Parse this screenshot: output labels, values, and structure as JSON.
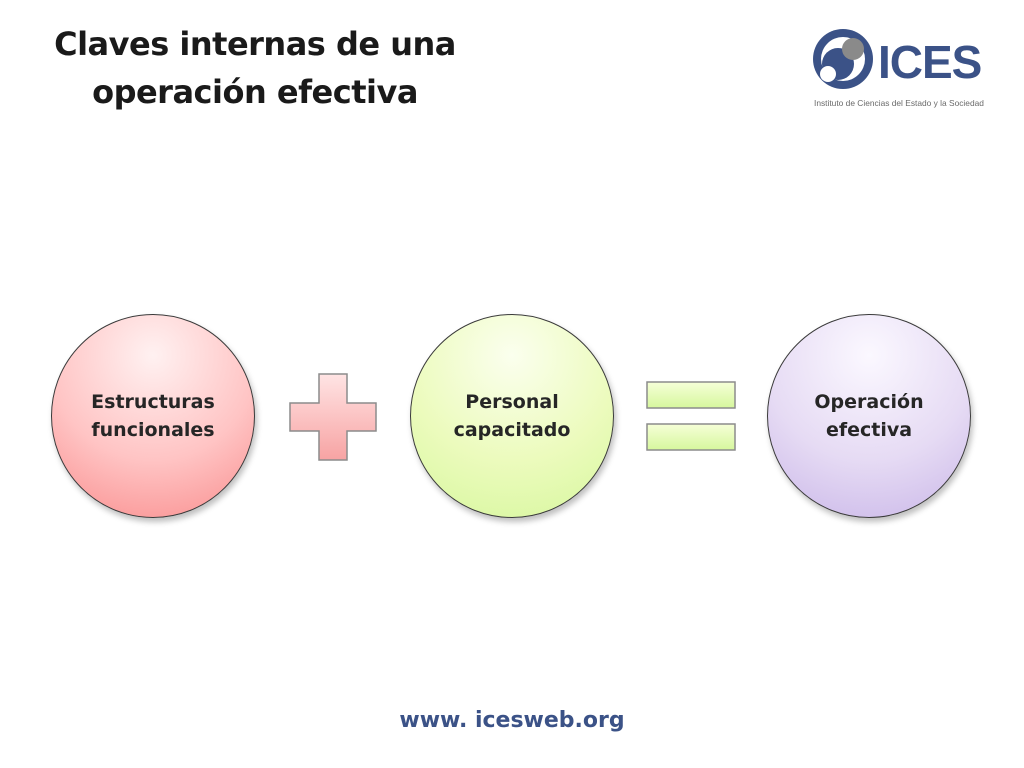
{
  "title": {
    "line1": "Claves internas de una",
    "line2": "operación efectiva"
  },
  "logo": {
    "word": "ICES",
    "subtitle": "Instituto de Ciencias del Estado y la Sociedad",
    "icon": "ices-circles-logo-icon",
    "color": "#3b5287"
  },
  "diagram": {
    "circles": [
      {
        "line1": "Estructuras",
        "line2": "funcionales",
        "color": "#ffc4c4"
      },
      {
        "line1": "Personal",
        "line2": "capacitado",
        "color": "#ecfbbd"
      },
      {
        "line1": "Operación",
        "line2": "efectiva",
        "color": "#e6dbf4"
      }
    ],
    "operators": {
      "plus_icon": "plus-icon",
      "equals_icon": "equals-icon"
    }
  },
  "footer": {
    "url": "www. icesweb.org"
  }
}
